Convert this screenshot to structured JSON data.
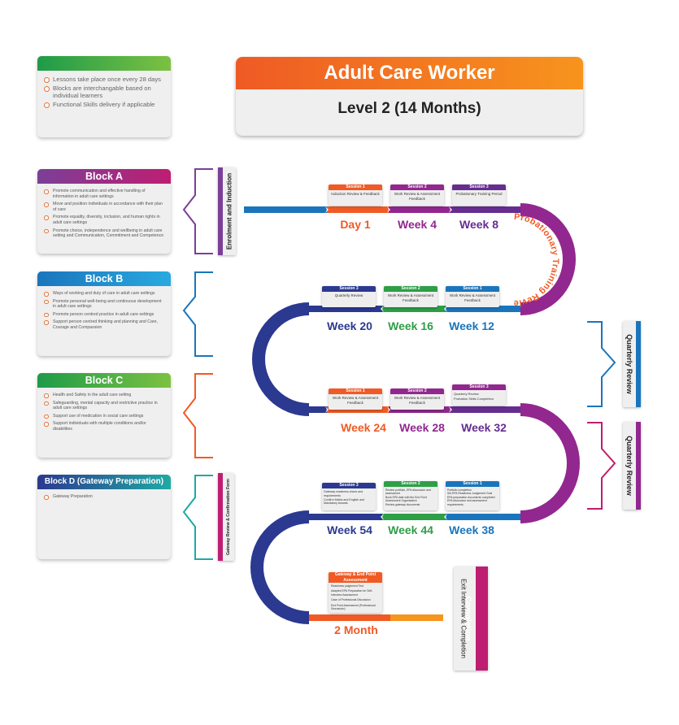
{
  "title": "Adult Care Worker",
  "subtitle": "Level 2 (14 Months)",
  "info": {
    "items": [
      "Lessons take place once every 28 days",
      "Blocks are interchangable based on individual learners",
      "Functional Skills delivery if applicable"
    ]
  },
  "blocks": [
    {
      "title": "Block A",
      "color": "#7b3f98",
      "items": [
        "Promote communication and effective handling of information in adult care settings",
        "Move and position individuals in accordance with their plan of care",
        "Promote equality, diversity, inclusion, and human rights in adult care settings",
        "Promote choice, independence and wellbeing in adult care setting and Communication, Commitment and Competence"
      ]
    },
    {
      "title": "Block B",
      "color": "#1a75bc",
      "items": [
        "Ways of working and duty of care in adult care settings",
        "Promote personal well-being and continuous development in adult care settings",
        "Promote person centred practice in adult care settings",
        "Support person centred thinking and planning and Care, Courage and Compassion"
      ]
    },
    {
      "title": "Block C",
      "color": "#2e9e47",
      "items": [
        "Health and Safety in the adult care setting",
        "Safeguarding, mental capacity and restrictive practice in adult care settings",
        "Support use of medication in social care settings",
        "Support individuals with multiple conditions and/or disabilities"
      ]
    },
    {
      "title": "Block D (Gateway Preparation)",
      "color": "#2b3990",
      "items": [
        "Gateway Preparation"
      ]
    }
  ],
  "side_tabs": {
    "enrolment": "Enrolment and Induction",
    "gateway": "Gateway Review & Confirmation Form",
    "quarterly1": "Quarterly Review",
    "quarterly2": "Quarterly Review",
    "completion": "Completion",
    "exit": "Exit Interview & Completion",
    "probation": "Probationary Training Review"
  },
  "rows": [
    {
      "sessions": [
        {
          "head": "Session 1",
          "body": "Induction Review & Feedback",
          "color": "#f15a24"
        },
        {
          "head": "Session 2",
          "body": "Work Review & Assessment Feedback",
          "color": "#92278f"
        },
        {
          "head": "Session 3",
          "body": "Probationary Training Period",
          "color": "#662d91"
        }
      ],
      "weeks": [
        {
          "label": "Day 1",
          "color": "#f15a24"
        },
        {
          "label": "Week 4",
          "color": "#92278f"
        },
        {
          "label": "Week 8",
          "color": "#662d91"
        }
      ]
    },
    {
      "sessions": [
        {
          "head": "Session 3",
          "body": "Quarterly Review",
          "color": "#2b3990"
        },
        {
          "head": "Session 2",
          "body": "Work Review & Assessment Feedback",
          "color": "#2e9e47"
        },
        {
          "head": "Session 1",
          "body": "Work Review & Assessment Feedback",
          "color": "#1a75bc"
        }
      ],
      "weeks": [
        {
          "label": "Week 20",
          "color": "#2b3990"
        },
        {
          "label": "Week 16",
          "color": "#2e9e47"
        },
        {
          "label": "Week 12",
          "color": "#1a75bc"
        }
      ]
    },
    {
      "sessions": [
        {
          "head": "Session 1",
          "body": "Work Review & Assessment Feedback",
          "color": "#f15a24"
        },
        {
          "head": "Session 2",
          "body": "Work Review & Assessment Feedback",
          "color": "#92278f"
        },
        {
          "head": "Session 3",
          "body": "Quarterly Review\nProbation Skills Completion",
          "color": "#92278f"
        }
      ],
      "weeks": [
        {
          "label": "Week 24",
          "color": "#f15a24"
        },
        {
          "label": "Week 28",
          "color": "#92278f"
        },
        {
          "label": "Week 32",
          "color": "#662d91"
        }
      ]
    },
    {
      "sessions": [
        {
          "head": "Session 3",
          "body": "Gateway readiness check and requirements\nConfirm Maths and English and Mandatory Awards",
          "color": "#2b3990"
        },
        {
          "head": "Session 2",
          "body": "Review portfolio, EPA discussion and assessment\nBook EPA date with the End Point Assessment Organisation\nReview gateway documents",
          "color": "#2e9e47"
        },
        {
          "head": "Session 1",
          "body": "Portfolio completion\nSet EPA Readiness Judgement Goal\nEPA preparation documents completed\nEPA discussion and assessment requirements",
          "color": "#1a75bc"
        }
      ],
      "weeks": [
        {
          "label": "Week 54",
          "color": "#2b3990"
        },
        {
          "label": "Week 44",
          "color": "#2e9e47"
        },
        {
          "label": "Week 38",
          "color": "#1a75bc"
        }
      ]
    }
  ],
  "final": {
    "head": "Gateway & End Point Assessment",
    "items": [
      "Readiness judgement Test",
      "Adapted EPA Preparation for Self-Interview Assessment",
      "Case of Professional Discussion",
      "End Point Assessment (Professional Discussion)"
    ],
    "week": "2 Month",
    "color": "#f15a24"
  },
  "colors": {
    "orange": "#f15a24",
    "purple": "#92278f",
    "navy": "#2b3990",
    "blue": "#1a75bc",
    "green": "#2e9e47",
    "magenta": "#be1e72"
  }
}
